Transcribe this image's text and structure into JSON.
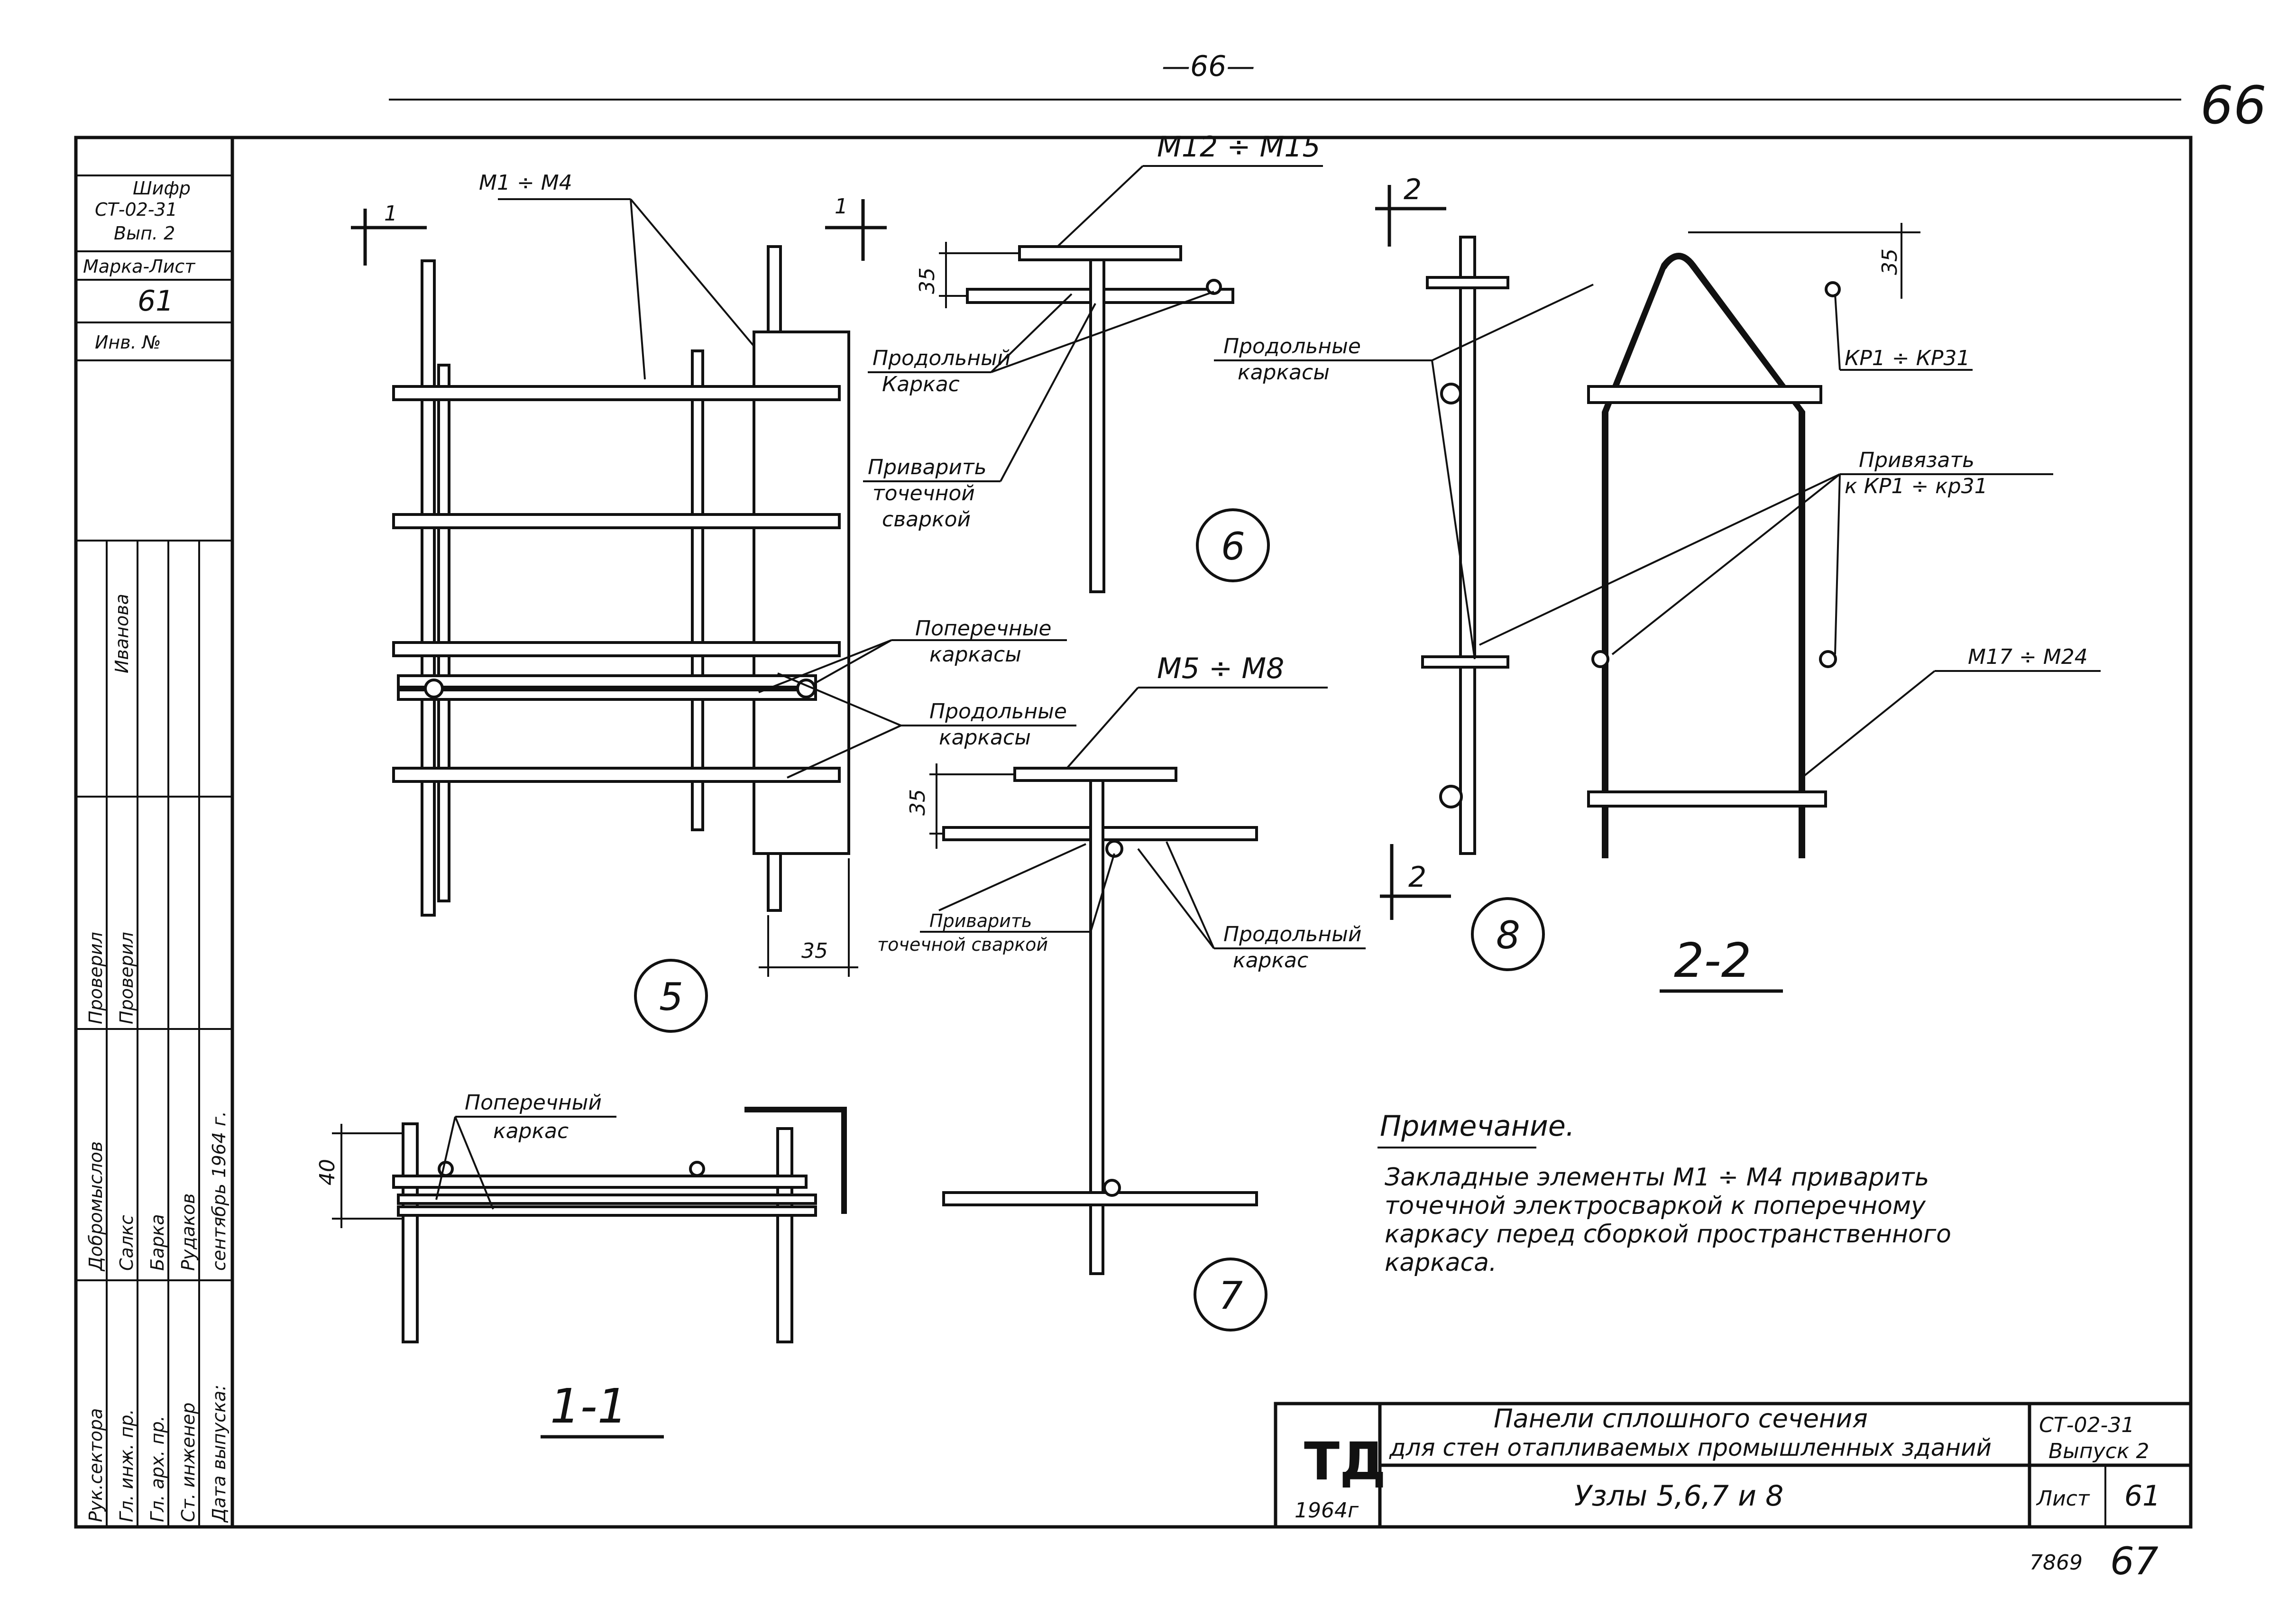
{
  "sheet": {
    "top_number": "—66—",
    "corner_number": "66",
    "bottom_numbers": {
      "code": "7869",
      "page": "67"
    }
  },
  "left_stamp": {
    "top": {
      "shifr": "Шифр",
      "series": "СТ-02-31",
      "issue": "Вып. 2",
      "mark": "Марка-Лист",
      "sheet_no": "61",
      "inv": "Инв. №"
    },
    "signers_text": [
      "Иванова",
      "Проверил",
      "Проверил"
    ],
    "roles": [
      "Рук.сектора",
      "Гл. инж. пр.",
      "Гл. арх. пр.",
      "Ст. инженер",
      "Дата выпуска:"
    ],
    "names": [
      "Добромыслов",
      "Салкс",
      "Барка",
      "Рудаков",
      "сентябрь 1964 г."
    ]
  },
  "labels": {
    "m1_m4": "М1 ÷ М4",
    "m12_m15": "М12 ÷ М15",
    "m5_m8": "М5 ÷ М8",
    "m17_m24": "М17 ÷ М24",
    "kp1_kp31": "КР1 ÷ КР31",
    "prodolny_karkas_6a": "Продольный",
    "prodolny_karkas_6b": "Каркас",
    "privarit_6a": "Приварить",
    "privarit_6b": "точечной",
    "privarit_6c": "сваркой",
    "poperechnye_a": "Поперечные",
    "poperechnye_b": "каркасы",
    "prodolnye_5a": "Продольные",
    "prodolnye_5b": "каркасы",
    "privarit_7a": "Приварить",
    "privarit_7b": "точечной сваркой",
    "prodolny_7a": "Продольный",
    "prodolny_7b": "каркас",
    "prodolnye_8a": "Продольные",
    "prodolnye_8b": "каркасы",
    "privyazat_a": "Привязать",
    "privyazat_b": "к КР1 ÷ кр31",
    "poperechny_11a": "Поперечный",
    "poperechny_11b": "каркас",
    "dim35": "35",
    "dim40": "40",
    "sec1": "1",
    "sec2": "2",
    "node5": "5",
    "node6": "6",
    "node7": "7",
    "node8": "8",
    "view11": "1-1",
    "view22": "2-2"
  },
  "note": {
    "title": "Примечание.",
    "lines": [
      "Закладные элементы М1 ÷ М4 приварить",
      "точечной электросваркой к поперечному",
      "каркасу перед сборкой пространственного",
      "каркаса."
    ]
  },
  "title_block": {
    "logo": "ТД",
    "year": "1964г",
    "title_line1": "Панели сплошного сечения",
    "title_line2": "для стен отапливаемых промышленных зданий",
    "series": "СТ-02-31",
    "issue": "Выпуск 2",
    "subject": "Узлы 5,6,7 и 8",
    "sheet_label": "Лист",
    "sheet_no": "61"
  }
}
